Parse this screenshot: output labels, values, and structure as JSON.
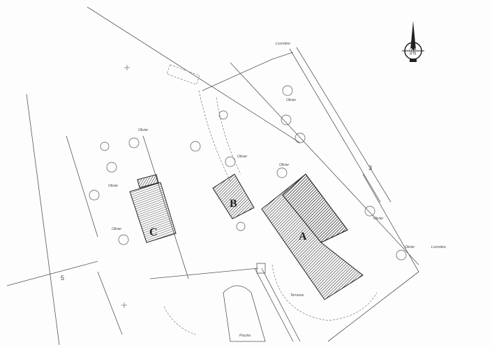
{
  "plan": {
    "buildings": [
      {
        "id": "A",
        "label": "A"
      },
      {
        "id": "B",
        "label": "B"
      },
      {
        "id": "C",
        "label": "C"
      }
    ],
    "parcel_numbers": [
      "3",
      "5"
    ],
    "tree_label": "Olivier",
    "labels": {
      "terrace": "Terrasse",
      "pool": "Piscine",
      "corner": "Lcornière"
    },
    "north_label": "N",
    "colors": {
      "line": "#555555",
      "hatch": "#333333",
      "paper": "#fdfdfd"
    }
  }
}
